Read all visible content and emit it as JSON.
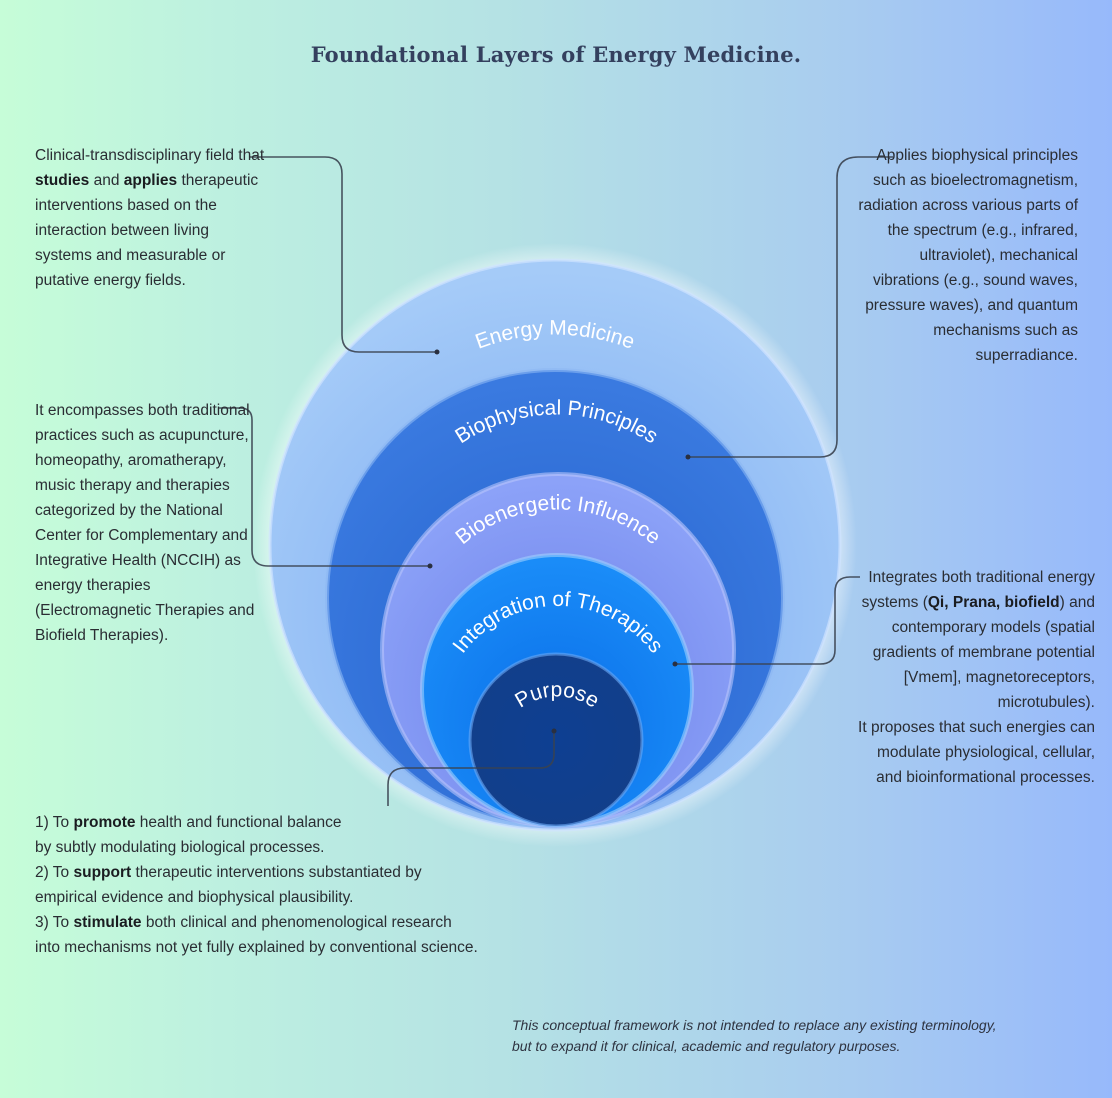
{
  "title": "Foundational Layers of Energy Medicine.",
  "layers": [
    {
      "label": "Energy Medicine",
      "color": "#8fbcf5"
    },
    {
      "label": "Biophysical Principles",
      "color": "#2f6fd8"
    },
    {
      "label": "Bioenergetic  Influence",
      "color": "#7a8ef0"
    },
    {
      "label": "Integration of Therapies",
      "color": "#1480f2"
    },
    {
      "label": "Purpose",
      "color": "#0d3d8f"
    }
  ],
  "descriptions": {
    "energy_medicine": {
      "parts": [
        {
          "t": "Clinical-transdisciplinary field that ",
          "b": false
        },
        {
          "t": "studies",
          "b": true
        },
        {
          "t": " and ",
          "b": false
        },
        {
          "t": "applies",
          "b": true
        },
        {
          "t": " therapeutic interventions based on the interaction between living systems and measurable or putative energy fields.",
          "b": false
        }
      ]
    },
    "biophysical_principles": "Applies biophysical principles such as bioelectromagnetism, radiation across various parts of the spectrum (e.g., infrared, ultraviolet), mechanical vibrations (e.g., sound waves, pressure waves), and quantum mechanisms such as  superradiance.",
    "bioenergetic_influence": "It encompasses both traditional practices such as acupuncture, homeopathy, aromatherapy, music therapy and therapies categorized by the National Center for Complementary and Integrative Health (NCCIH) as energy therapies (Electromagnetic Therapies and Biofield Therapies).",
    "integration_of_therapies": {
      "p1": [
        {
          "t": "Integrates both traditional energy systems (",
          "b": false
        },
        {
          "t": "Qi, Prana, biofield",
          "b": true
        },
        {
          "t": ") and contemporary models (spatial gradients of membrane potential [Vmem], magnetoreceptors, microtubules).",
          "b": false
        }
      ],
      "p2": "It proposes that such energies can modulate physiological, cellular, and bioinformational processes."
    },
    "purpose": [
      {
        "num": "1) To ",
        "verb": "promote",
        "rest": " health and functional balance",
        "cont": "by subtly modulating biological processes."
      },
      {
        "num": "2) To ",
        "verb": "support",
        "rest": " therapeutic interventions substantiated by",
        "cont": "empirical evidence and biophysical plausibility."
      },
      {
        "num": "3) To ",
        "verb": "stimulate",
        "rest": " both clinical and phenomenological research",
        "cont": "into mechanisms not yet fully explained by conventional science."
      }
    ]
  },
  "footnote": {
    "line1": "This conceptual framework is not intended to replace any existing terminology,",
    "line2": "but to expand it for clinical, academic and regulatory purposes."
  }
}
